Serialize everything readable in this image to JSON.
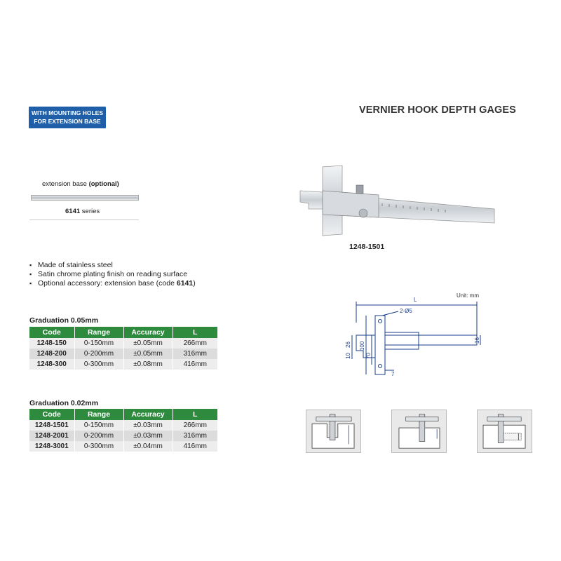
{
  "badge": {
    "line1": "WITH MOUNTING HOLES",
    "line2": "FOR EXTENSION BASE"
  },
  "title": "VERNIER HOOK DEPTH GAGES",
  "extension": {
    "label": "extension base",
    "label_optional": "(optional)",
    "series_code": "6141",
    "series_suffix": "series"
  },
  "features": [
    "Made of stainless steel",
    "Satin chrome plating finish on reading surface",
    "Optional accessory: extension base (code "
  ],
  "feature_code": "6141",
  "feature_close": ")",
  "table1": {
    "title": "Graduation 0.05mm",
    "headers": [
      "Code",
      "Range",
      "Accuracy",
      "L"
    ],
    "rows": [
      [
        "1248-150",
        "0-150mm",
        "±0.05mm",
        "266mm"
      ],
      [
        "1248-200",
        "0-200mm",
        "±0.05mm",
        "316mm"
      ],
      [
        "1248-300",
        "0-300mm",
        "±0.08mm",
        "416mm"
      ]
    ]
  },
  "table2": {
    "title": "Graduation 0.02mm",
    "headers": [
      "Code",
      "Range",
      "Accuracy",
      "L"
    ],
    "rows": [
      [
        "1248-1501",
        "0-150mm",
        "±0.03mm",
        "266mm"
      ],
      [
        "1248-2001",
        "0-200mm",
        "±0.03mm",
        "316mm"
      ],
      [
        "1248-3001",
        "0-300mm",
        "±0.04mm",
        "416mm"
      ]
    ]
  },
  "product_model": "1248-1501",
  "drawing": {
    "unit": "Unit: mm",
    "L": "L",
    "holes": "2-Ø5",
    "dim_100": "100",
    "dim_70": "70",
    "dim_26": "26",
    "dim_10": "10",
    "dim_16": "16",
    "dim_7": "7"
  },
  "colors": {
    "badge": "#1f5ea8",
    "table_header": "#2e8b3e",
    "drawing_line": "#1a3c8c"
  }
}
